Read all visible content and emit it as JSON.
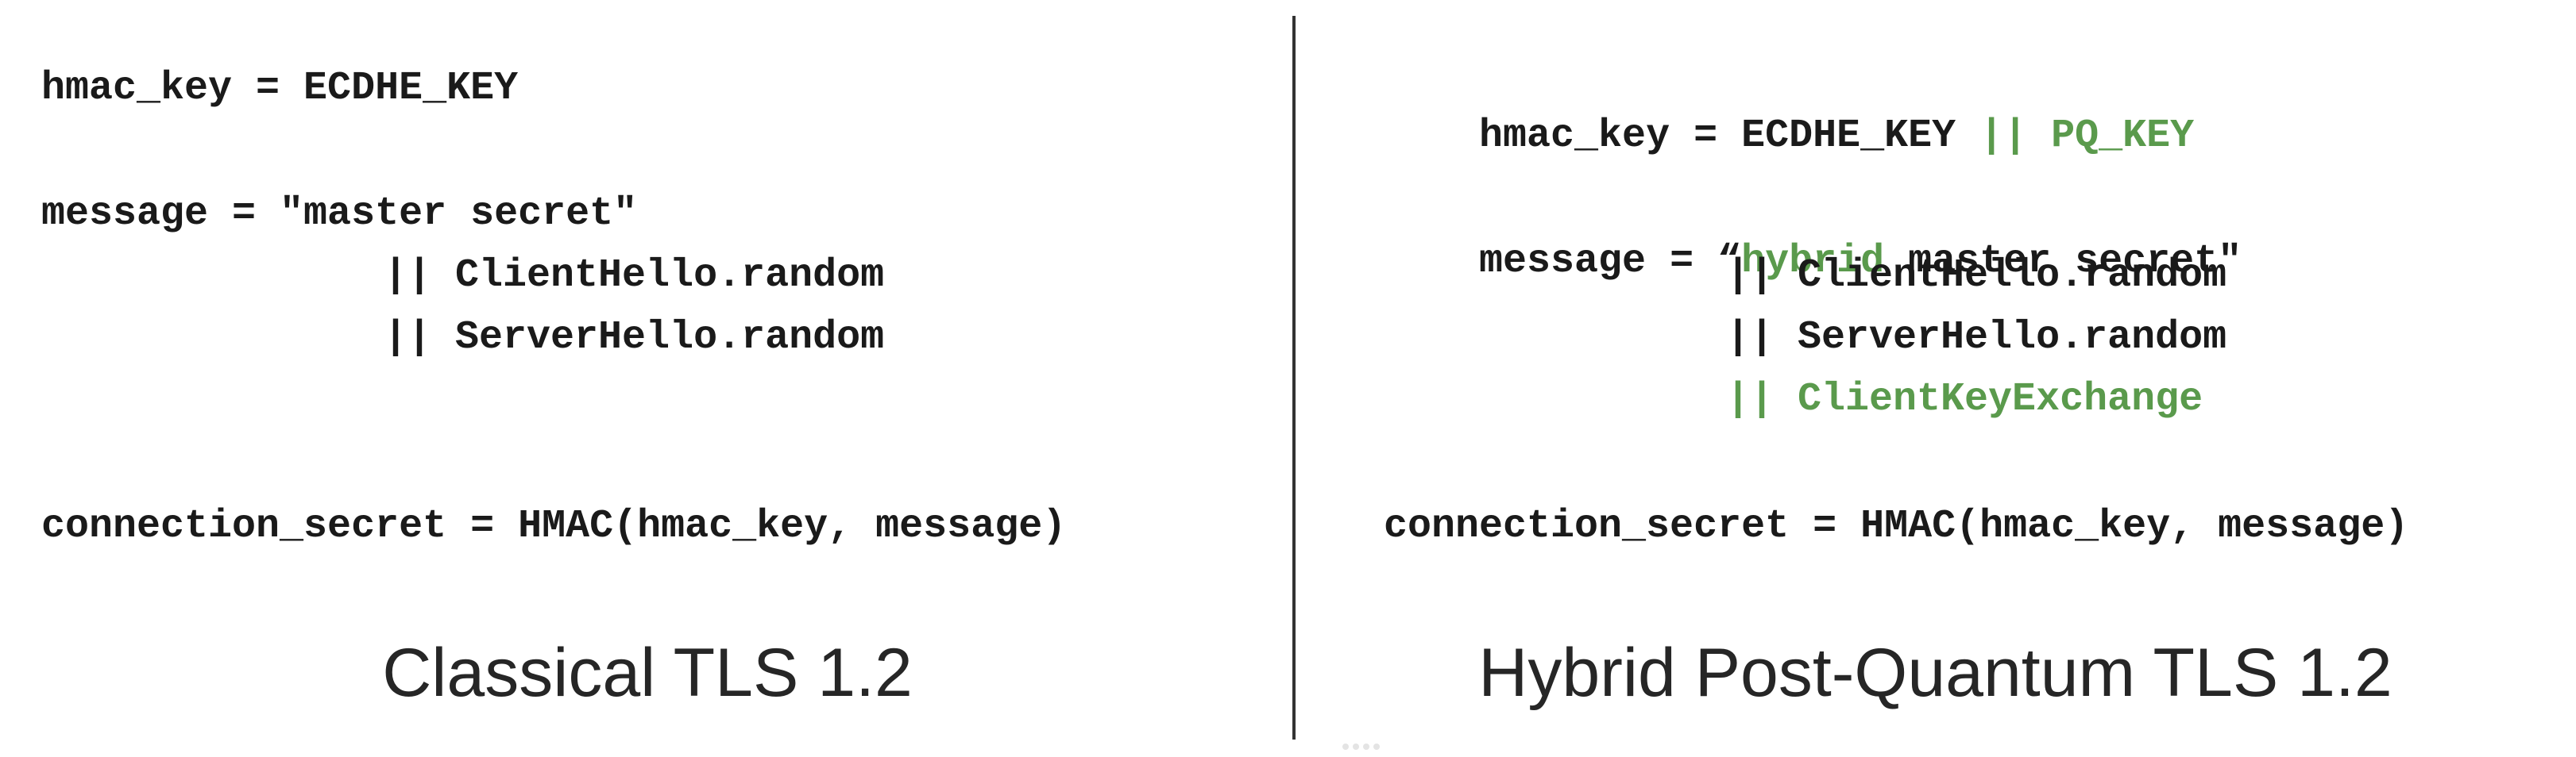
{
  "classical": {
    "lines": {
      "hmac_key": "hmac_key = ECDHE_KEY",
      "message": "message = \"master secret\"",
      "client_random": "|| ClientHello.random",
      "server_random": "|| ServerHello.random",
      "connection_secret": "connection_secret = HMAC(hmac_key, message)"
    },
    "caption": "Classical TLS 1.2"
  },
  "hybrid": {
    "lines": {
      "hmac_key": "hmac_key = ECDHE_KEY ",
      "hmac_key_added": "|| PQ_KEY",
      "message_prefix": "message = “",
      "message_added": "hybrid",
      "message_suffix": " master secret\"",
      "client_random": "|| ClientHello.random",
      "server_random": "|| ServerHello.random",
      "client_key_exchange": "|| ClientKeyExchange",
      "connection_secret": "connection_secret = HMAC(hmac_key, message)"
    },
    "caption": "Hybrid Post-Quantum TLS 1.2"
  },
  "colors": {
    "code_text": "#1a1a1a",
    "highlight_green": "#5a9a4c",
    "divider": "#333333",
    "caption_text": "#262626"
  }
}
